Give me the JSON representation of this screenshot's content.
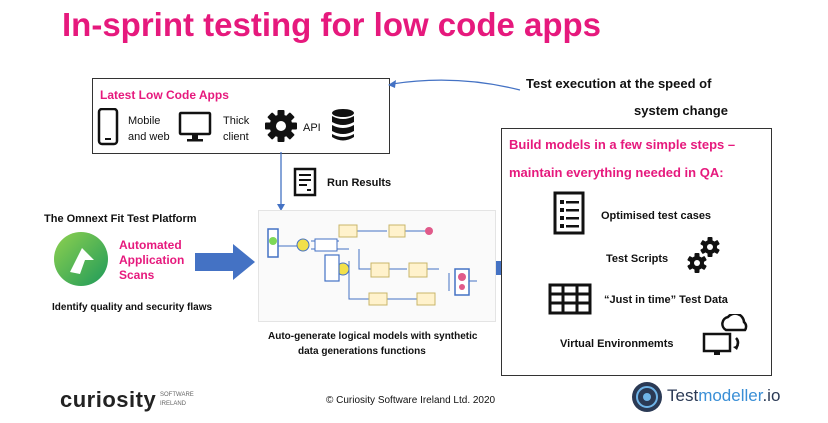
{
  "title": "In-sprint testing for low code apps",
  "apps_box": {
    "title": "Latest Low Code Apps",
    "mobile_line1": "Mobile",
    "mobile_line2": "and web",
    "thick_line1": "Thick",
    "thick_line2": "client",
    "api": "API",
    "icons": [
      "mobile-icon",
      "monitor-icon",
      "gear-icon",
      "database-icon"
    ]
  },
  "speed_line1": "Test execution at the speed of",
  "speed_line2": "system change",
  "run_results": "Run Results",
  "platform": {
    "heading": "The Omnext Fit Test Platform",
    "scan_line1": "Automated",
    "scan_line2": "Application",
    "scan_line3": "Scans",
    "caption": "Identify quality and security flaws"
  },
  "autogen_line1": "Auto-generate logical models with synthetic",
  "autogen_line2": "data generations functions",
  "models_box": {
    "heading_line1": "Build models in a few simple steps –",
    "heading_line2": "maintain everything needed in QA:",
    "items": [
      {
        "label": "Optimised test cases",
        "icon": "checklist-icon"
      },
      {
        "label": "Test Scripts",
        "icon": "gears-icon"
      },
      {
        "label": "“Just in time” Test Data",
        "icon": "table-grid-icon"
      },
      {
        "label": "Virtual Environmemts",
        "icon": "cloud-monitor-icon"
      }
    ]
  },
  "footer": {
    "curiosity": "curiosity",
    "software": "SOFTWARE",
    "ireland": "IRELAND",
    "copyright": "© Curiosity Software Ireland Ltd. 2020",
    "testmodeller_a": "Test",
    "testmodeller_b": "modeller",
    "testmodeller_c": ".io"
  },
  "colors": {
    "accent": "#e6197d",
    "arrow_blue": "#4472c4",
    "flow_green": "#34a853",
    "flow_yellow": "#fff2cc"
  }
}
